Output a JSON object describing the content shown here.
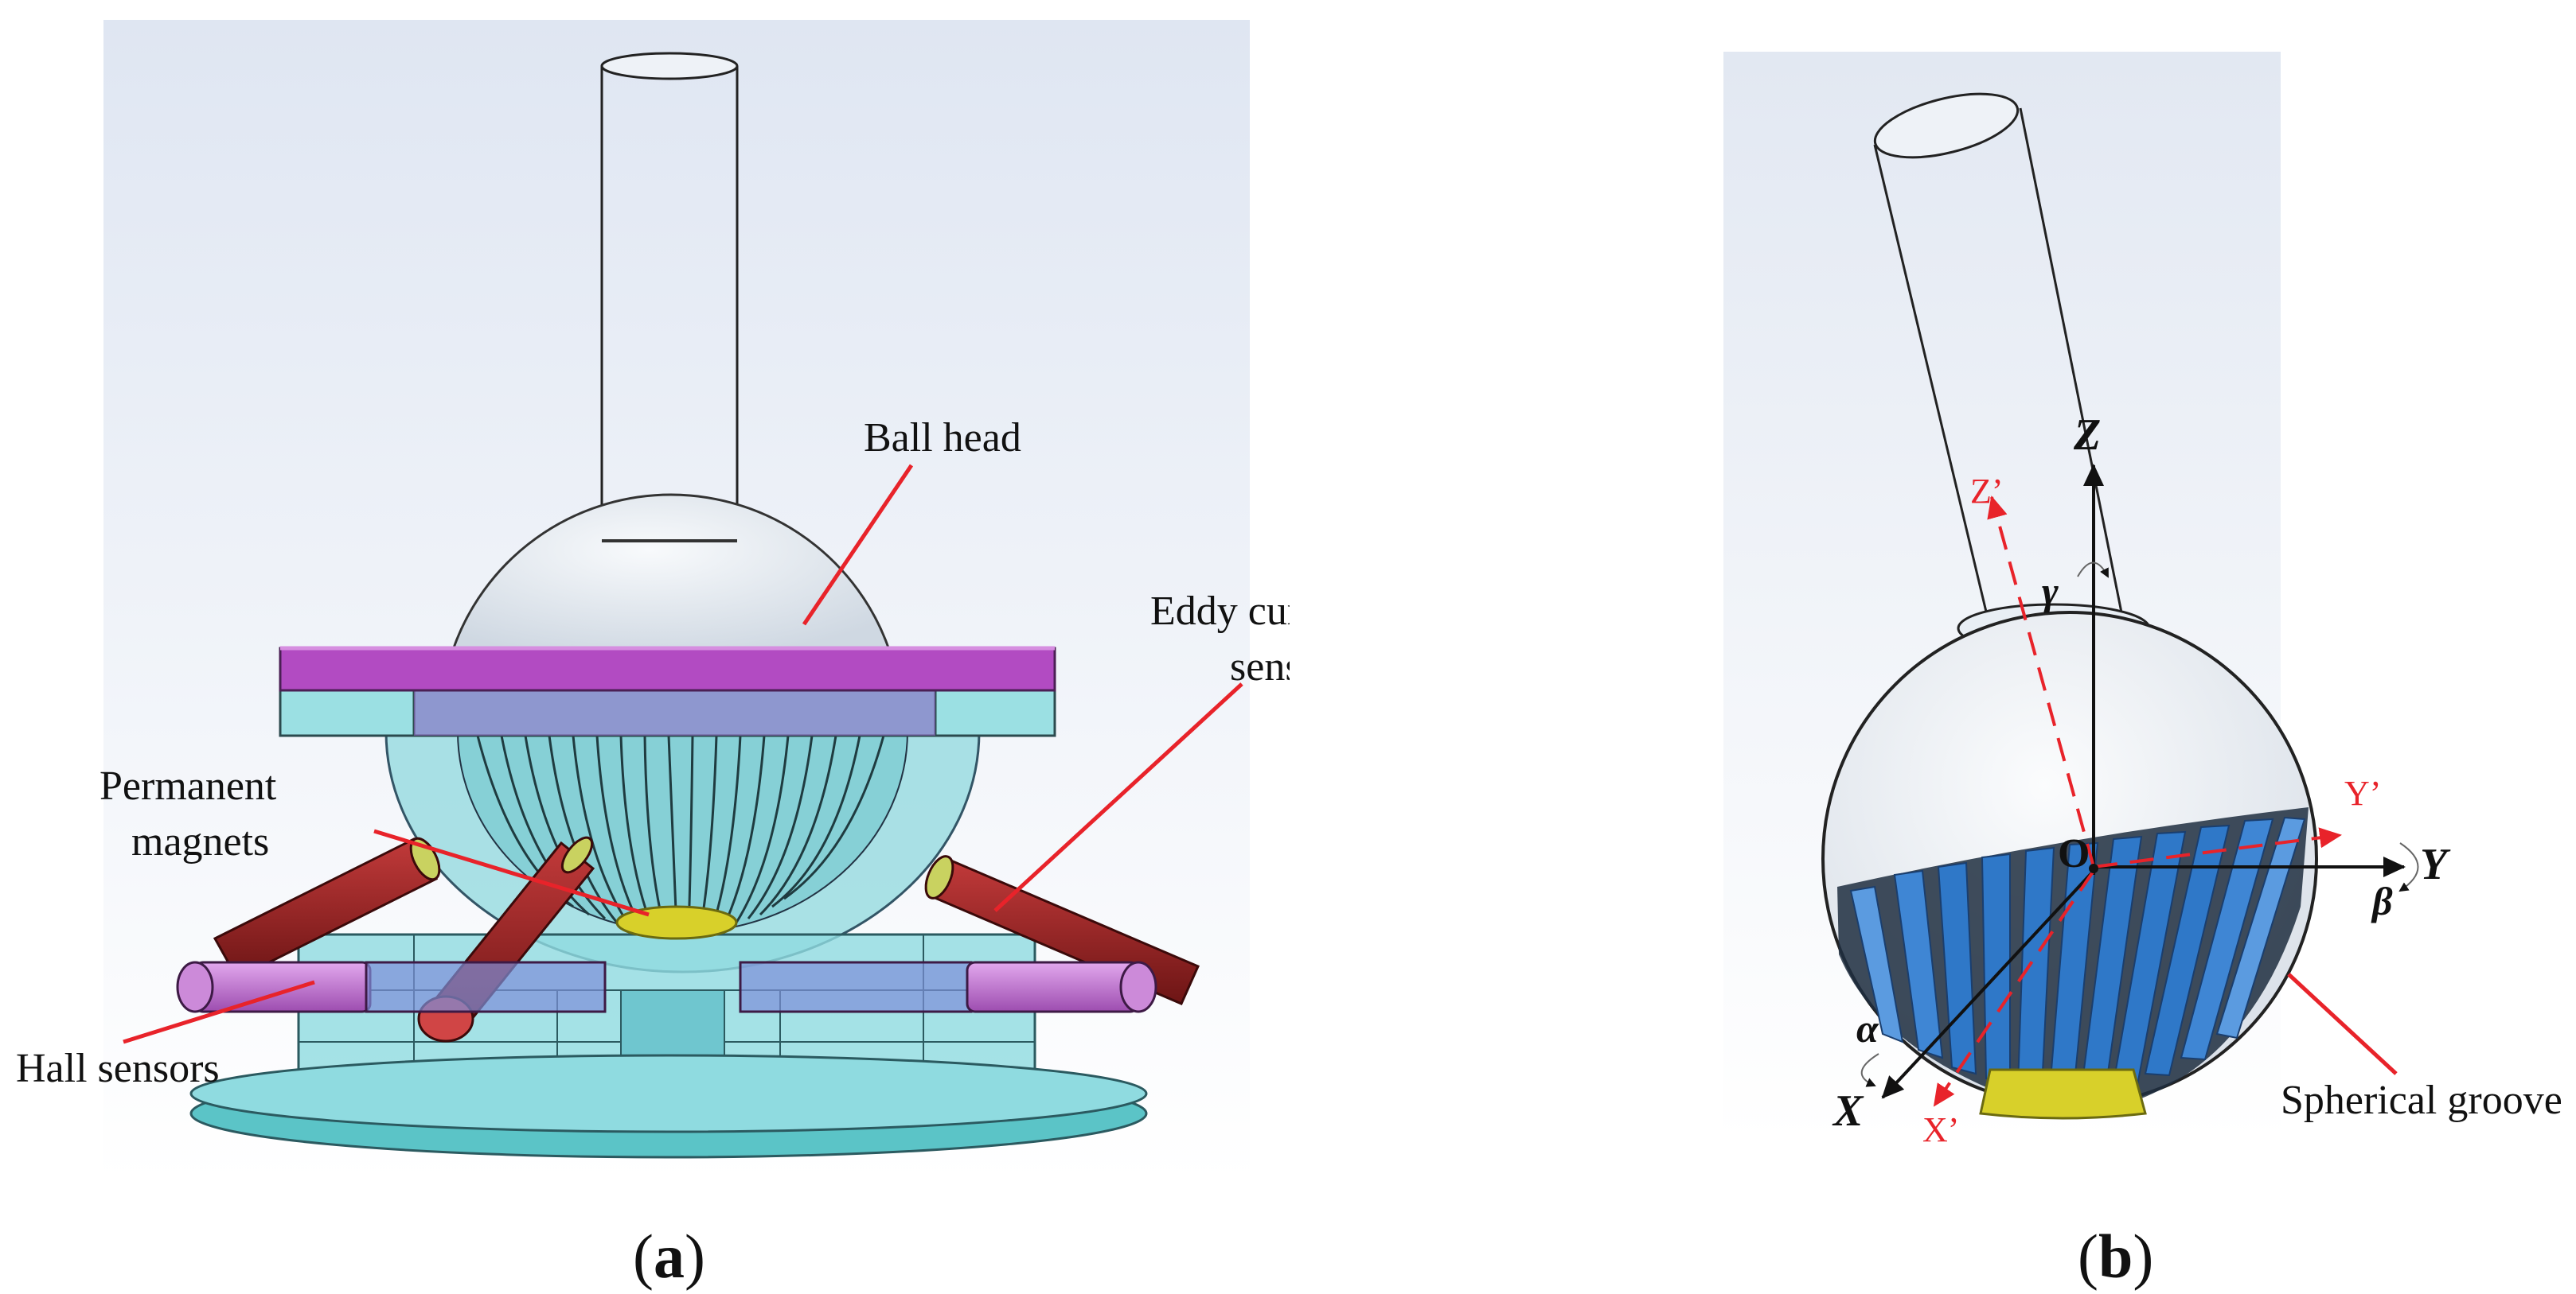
{
  "panel_a": {
    "caption_letter": "a",
    "labels": {
      "ball_head": "Ball head",
      "eddy_line1": "Eddy current",
      "eddy_line2": "sensors",
      "magnets_line1": "Permanent",
      "magnets_line2": "magnets",
      "hall": "Hall sensors"
    }
  },
  "panel_b": {
    "caption_letter": "b",
    "labels": {
      "z": "Z",
      "z_prime": "Z’",
      "y": "Y",
      "y_prime": "Y’",
      "x": "X",
      "x_prime": "X’",
      "origin": "O",
      "alpha": "α",
      "beta": "β",
      "gamma": "γ",
      "groove": "Spherical groove"
    }
  },
  "colors": {
    "label_line": "#e8232a",
    "axis_prime": "#e8232a",
    "purple_plate": "#b24bc2",
    "cyan_base": "#7fd9dc",
    "sensor_red": "#8e1d1d",
    "hall_violet": "#c77fd6",
    "groove_blue": "#2f78c8",
    "magnet_yellow": "#d8d02a"
  }
}
